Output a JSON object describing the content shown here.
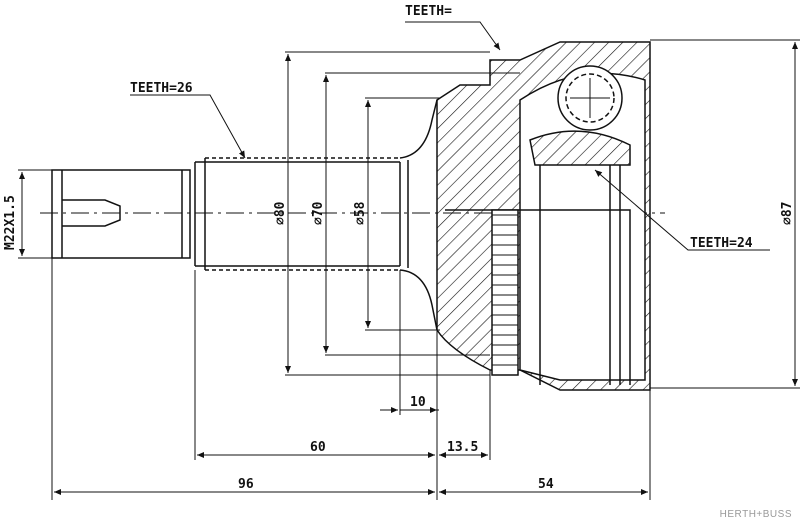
{
  "labels": {
    "teeth_top": "TEETH=",
    "teeth_shaft": "TEETH=26",
    "teeth_inner": "TEETH=24",
    "thread": "M22X1.5",
    "dia_80": "⌀80",
    "dia_70": "⌀70",
    "dia_58": "⌀58",
    "dia_87": "⌀87",
    "dim_10": "10",
    "dim_60": "60",
    "dim_13_5": "13.5",
    "dim_96": "96",
    "dim_54": "54"
  },
  "brand": {
    "logo_text": "HERTH+BUSS"
  },
  "colors": {
    "line": "#111111",
    "logo": "#999999"
  }
}
